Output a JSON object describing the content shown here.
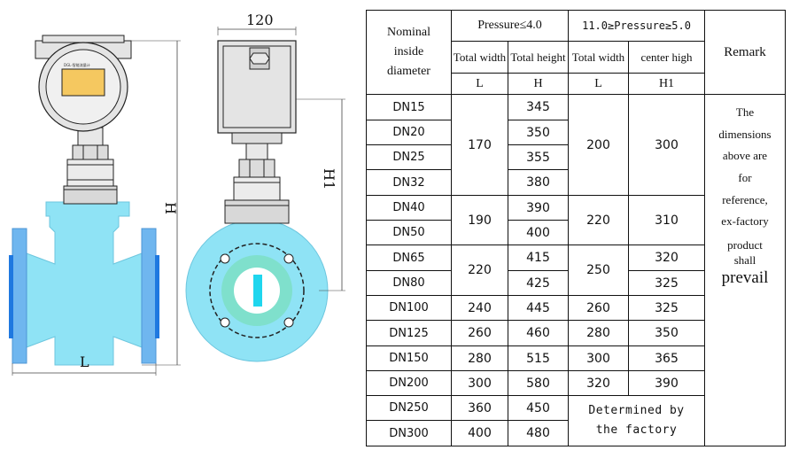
{
  "drawing": {
    "dim_width": "120",
    "dim_h": "H",
    "dim_h1": "H1",
    "dim_l": "L",
    "colors": {
      "body": "#8fe3f5",
      "flange": "#6fb6ef",
      "head": "#e4e4e4",
      "bore": "#7fe0cc",
      "blade": "#1fd6ee"
    }
  },
  "table": {
    "header": {
      "nominal": "Nominal inside diameter",
      "pressure_low": "Pressure≤4.0",
      "pressure_high": "11.0≥Pressure≥5.0",
      "remark": "Remark",
      "total_width": "Total width",
      "total_height": "Total height",
      "center_high": "center high",
      "unit_l": "L",
      "unit_h": "H",
      "unit_h1": "H1"
    },
    "sizes": [
      "DN15",
      "DN20",
      "DN25",
      "DN32",
      "DN40",
      "DN50",
      "DN65",
      "DN80",
      "DN100",
      "DN125",
      "DN150",
      "DN200",
      "DN250",
      "DN300"
    ],
    "heights": [
      "345",
      "350",
      "355",
      "380",
      "390",
      "400",
      "415",
      "425",
      "445",
      "460",
      "515",
      "580",
      "450",
      "480"
    ],
    "group_15_32": {
      "L": "170",
      "L2": "200",
      "H1": "300"
    },
    "group_40_50": {
      "L": "190",
      "L2": "220",
      "H1": "310"
    },
    "group_65_80": {
      "L": "220",
      "L2": "250",
      "H1_65": "320",
      "H1_80": "325"
    },
    "row_100": {
      "L": "240",
      "L2": "260",
      "H1": "325"
    },
    "row_125": {
      "L": "260",
      "L2": "280",
      "H1": "350"
    },
    "row_150": {
      "L": "280",
      "L2": "300",
      "H1": "365"
    },
    "row_200": {
      "L": "300",
      "L2": "320",
      "H1": "390"
    },
    "row_250": {
      "L": "360"
    },
    "row_300": {
      "L": "400"
    },
    "determined": {
      "line1": "Determined by",
      "line2": "the factory"
    },
    "remark": {
      "line1": "The",
      "line2": "dimensions",
      "line3": "above are",
      "line4": "for",
      "line5": "reference,",
      "line6": "ex-factory",
      "line7": "product",
      "line8": "shall",
      "line9": "prevail"
    }
  }
}
